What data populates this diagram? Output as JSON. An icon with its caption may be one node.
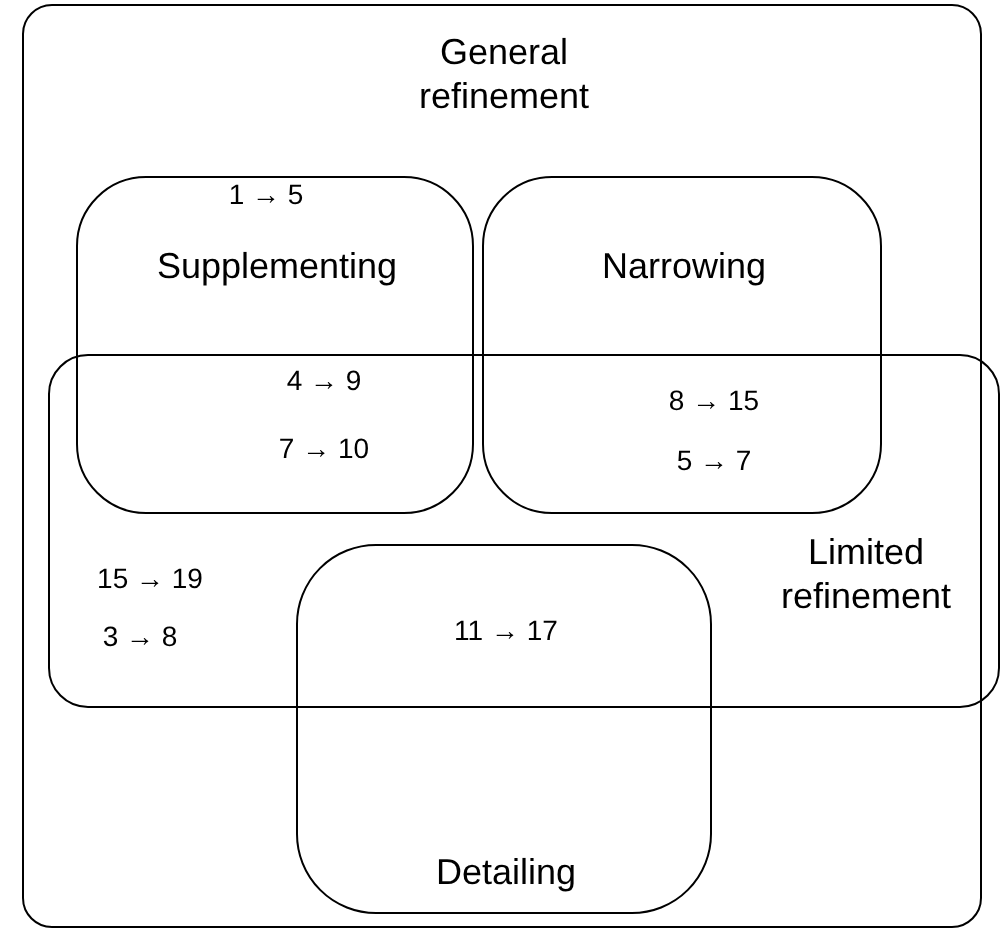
{
  "diagram": {
    "nodes": [
      {
        "text": [
          "General refinement"
        ]
      },
      {
        "text": [
          "Supplementing"
        ],
        "in": 0
      },
      {
        "text": [
          "Narrowing"
        ],
        "in": 0
      },
      {
        "text": [
          "Limited refinement"
        ],
        "in": 0
      },
      {
        "text": [
          "Detailing"
        ],
        "in": 0
      }
    ],
    "labels": [
      "1 → 5",
      "4 → 9",
      "8 → 15",
      "7 → 10",
      "5 → 7",
      "15 → 19",
      "11 → 17",
      "3 → 8"
    ]
  }
}
